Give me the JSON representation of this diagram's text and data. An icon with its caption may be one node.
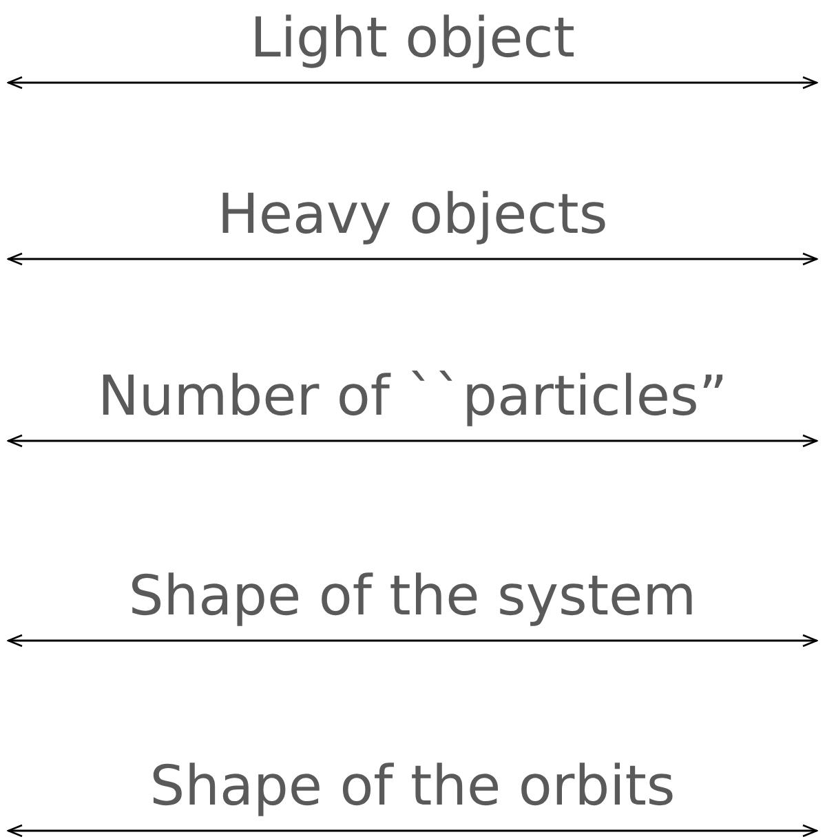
{
  "diagram": {
    "labels": [
      "Light object",
      "Heavy objects",
      "Number of ``particles”",
      "Shape of the system",
      "Shape of the orbits"
    ]
  }
}
